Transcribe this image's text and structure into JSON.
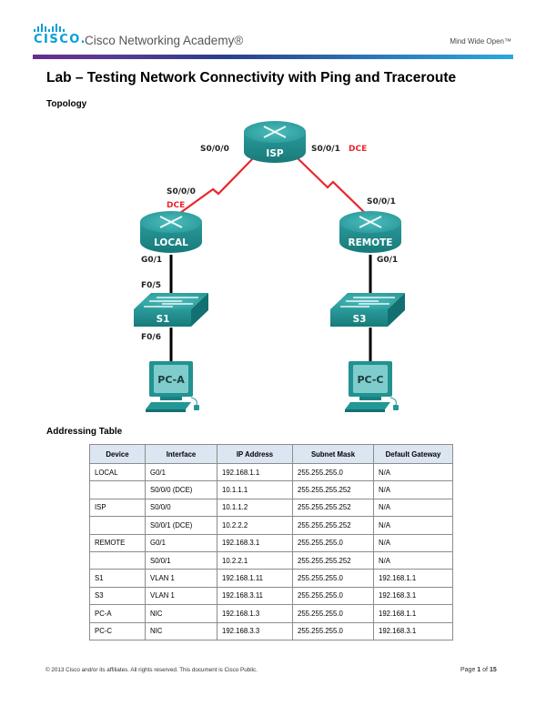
{
  "header": {
    "logo_word": "CISCO.",
    "brand": "Cisco Networking Academy®",
    "tagline": "Mind Wide Open™",
    "gradient_colors": [
      "#6a2c8e",
      "#2b3f8c",
      "#2aa8e0"
    ]
  },
  "document": {
    "title": "Lab – Testing Network Connectivity with Ping and Traceroute",
    "topology_heading": "Topology",
    "addressing_heading": "Addressing Table"
  },
  "topology": {
    "devices": {
      "isp": "ISP",
      "local": "LOCAL",
      "remote": "REMOTE",
      "s1": "S1",
      "s3": "S3",
      "pca": "PC-A",
      "pcc": "PC-C"
    },
    "labels": {
      "isp_left": "S0/0/0",
      "isp_right": "S0/0/1",
      "isp_right_dce": "DCE",
      "local_serial": "S0/0/0",
      "local_dce": "DCE",
      "remote_serial": "S0/0/1",
      "local_g": "G0/1",
      "remote_g": "G0/1",
      "s1_f05": "F0/5",
      "s1_f06": "F0/6"
    },
    "colors": {
      "serial_link": "#e8262d",
      "device_teal": "#1f8f8f",
      "ethernet_link": "#000000"
    }
  },
  "addressing_table": {
    "headers": [
      "Device",
      "Interface",
      "IP Address",
      "Subnet Mask",
      "Default Gateway"
    ],
    "rows": [
      [
        "LOCAL",
        "G0/1",
        "192.168.1.1",
        "255.255.255.0",
        "N/A"
      ],
      [
        "",
        "S0/0/0 (DCE)",
        "10.1.1.1",
        "255.255.255.252",
        "N/A"
      ],
      [
        "ISP",
        "S0/0/0",
        "10.1.1.2",
        "255.255.255.252",
        "N/A"
      ],
      [
        "",
        "S0/0/1 (DCE)",
        "10.2.2.2",
        "255.255.255.252",
        "N/A"
      ],
      [
        "REMOTE",
        "G0/1",
        "192.168.3.1",
        "255.255.255.0",
        "N/A"
      ],
      [
        "",
        "S0/0/1",
        "10.2.2.1",
        "255.255.255.252",
        "N/A"
      ],
      [
        "S1",
        "VLAN 1",
        "192.168.1.11",
        "255.255.255.0",
        "192.168.1.1"
      ],
      [
        "S3",
        "VLAN 1",
        "192.168.3.11",
        "255.255.255.0",
        "192.168.3.1"
      ],
      [
        "PC-A",
        "NIC",
        "192.168.1.3",
        "255.255.255.0",
        "192.168.1.1"
      ],
      [
        "PC-C",
        "NIC",
        "192.168.3.3",
        "255.255.255.0",
        "192.168.3.1"
      ]
    ]
  },
  "footer": {
    "copyright": "© 2013 Cisco and/or its affiliates. All rights reserved. This document is Cisco Public.",
    "page_prefix": "Page ",
    "page_current": "1",
    "page_of": " of ",
    "page_total": "15"
  }
}
